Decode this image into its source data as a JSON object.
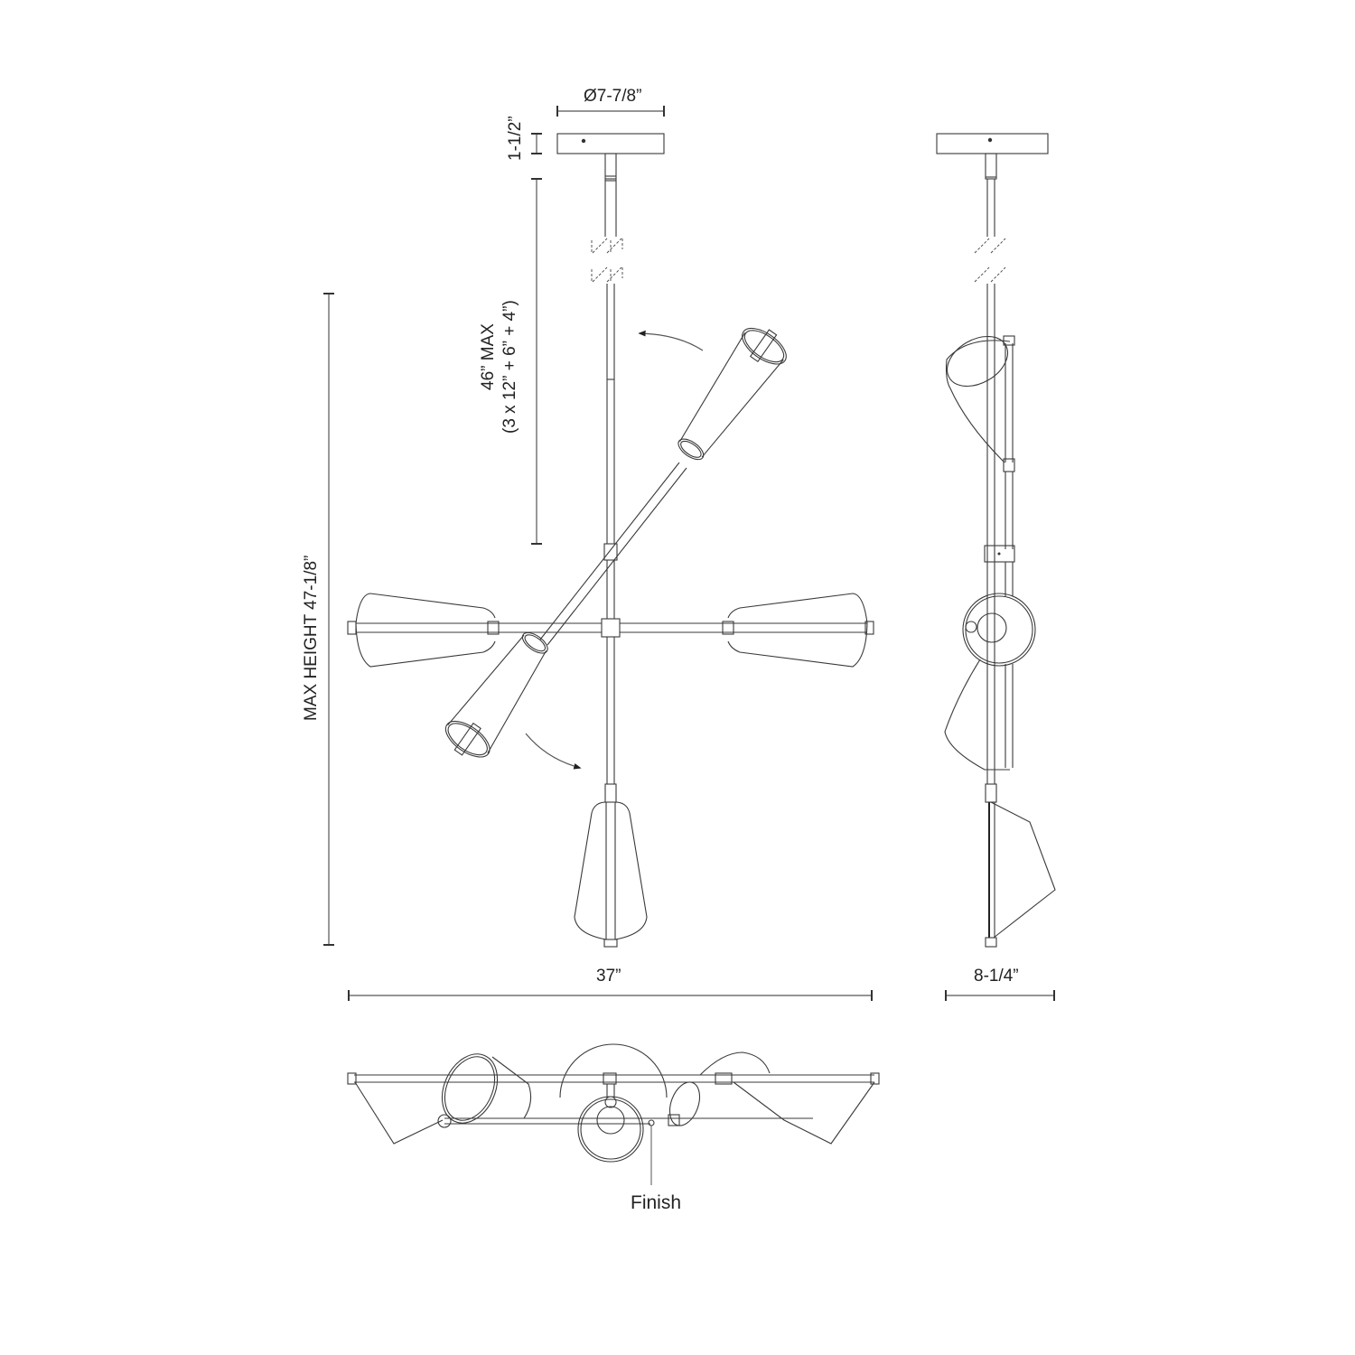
{
  "drawing": {
    "title": "Pendant fixture dimension drawing",
    "views": [
      "front-view",
      "side-view",
      "top-view"
    ],
    "line_color": "#3a3a3a",
    "background": "#ffffff"
  },
  "dimensions": {
    "canopy_diameter": "Ø7-7/8”",
    "canopy_height": "1-1/2”",
    "stem_max_line1": "46” MAX",
    "stem_max_line2": "(3 x 12” + 6” + 4”)",
    "max_height": "MAX HEIGHT 47-1/8”",
    "width": "37”",
    "depth": "8-1/4”"
  },
  "callouts": {
    "finish": "Finish"
  }
}
